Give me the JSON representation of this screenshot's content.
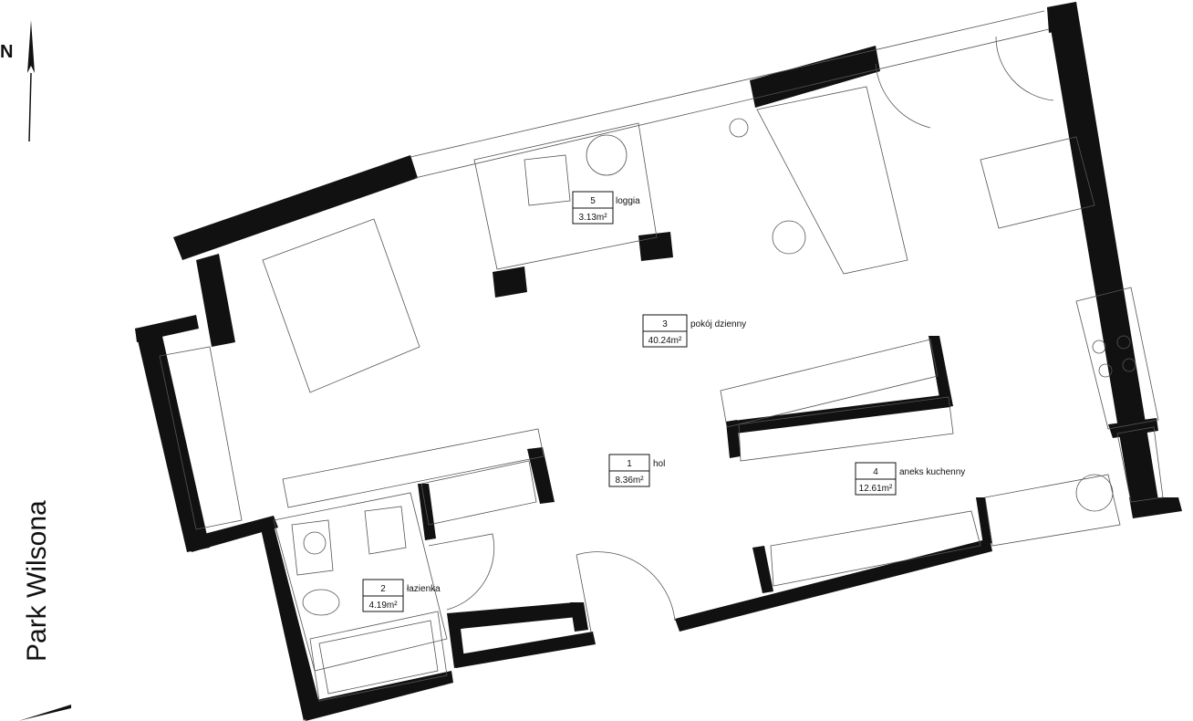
{
  "compass": {
    "label": "N"
  },
  "street": {
    "label": "Park Wilsona"
  },
  "rooms": [
    {
      "id": "1",
      "number": "1",
      "name": "hol",
      "area": "8.36m²"
    },
    {
      "id": "2",
      "number": "2",
      "name": "łazienka",
      "area": "4.19m²"
    },
    {
      "id": "3",
      "number": "3",
      "name": "pokój dzienny",
      "area": "40.24m²"
    },
    {
      "id": "4",
      "number": "4",
      "name": "aneks kuchenny",
      "area": "12.61m²"
    },
    {
      "id": "5",
      "number": "5",
      "name": "loggia",
      "area": "3.13m²"
    }
  ],
  "colors": {
    "wall": "#111111",
    "line": "#555555",
    "background": "#ffffff"
  }
}
